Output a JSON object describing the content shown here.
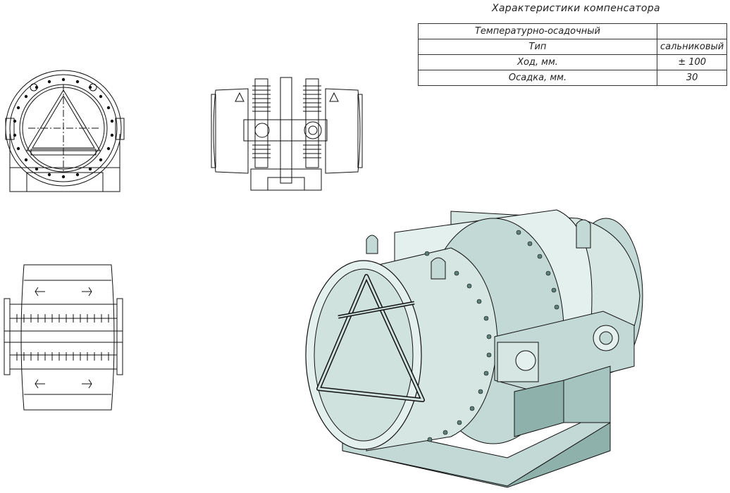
{
  "title": "Характеристики компенсатора",
  "spec_table": {
    "rows": [
      {
        "label": "Температурно-осадочный",
        "value": ""
      },
      {
        "label": "Тип",
        "value": "сальниковый"
      },
      {
        "label": "Ход, мм.",
        "value": "± 100"
      },
      {
        "label": "Осадка, мм.",
        "value": "30"
      }
    ]
  },
  "colors": {
    "line": "#111111",
    "body_light": "#e4f0ee",
    "body_mid": "#c3d9d5",
    "body_dark": "#8fb1ab",
    "body_shadow": "#5e7f79"
  }
}
